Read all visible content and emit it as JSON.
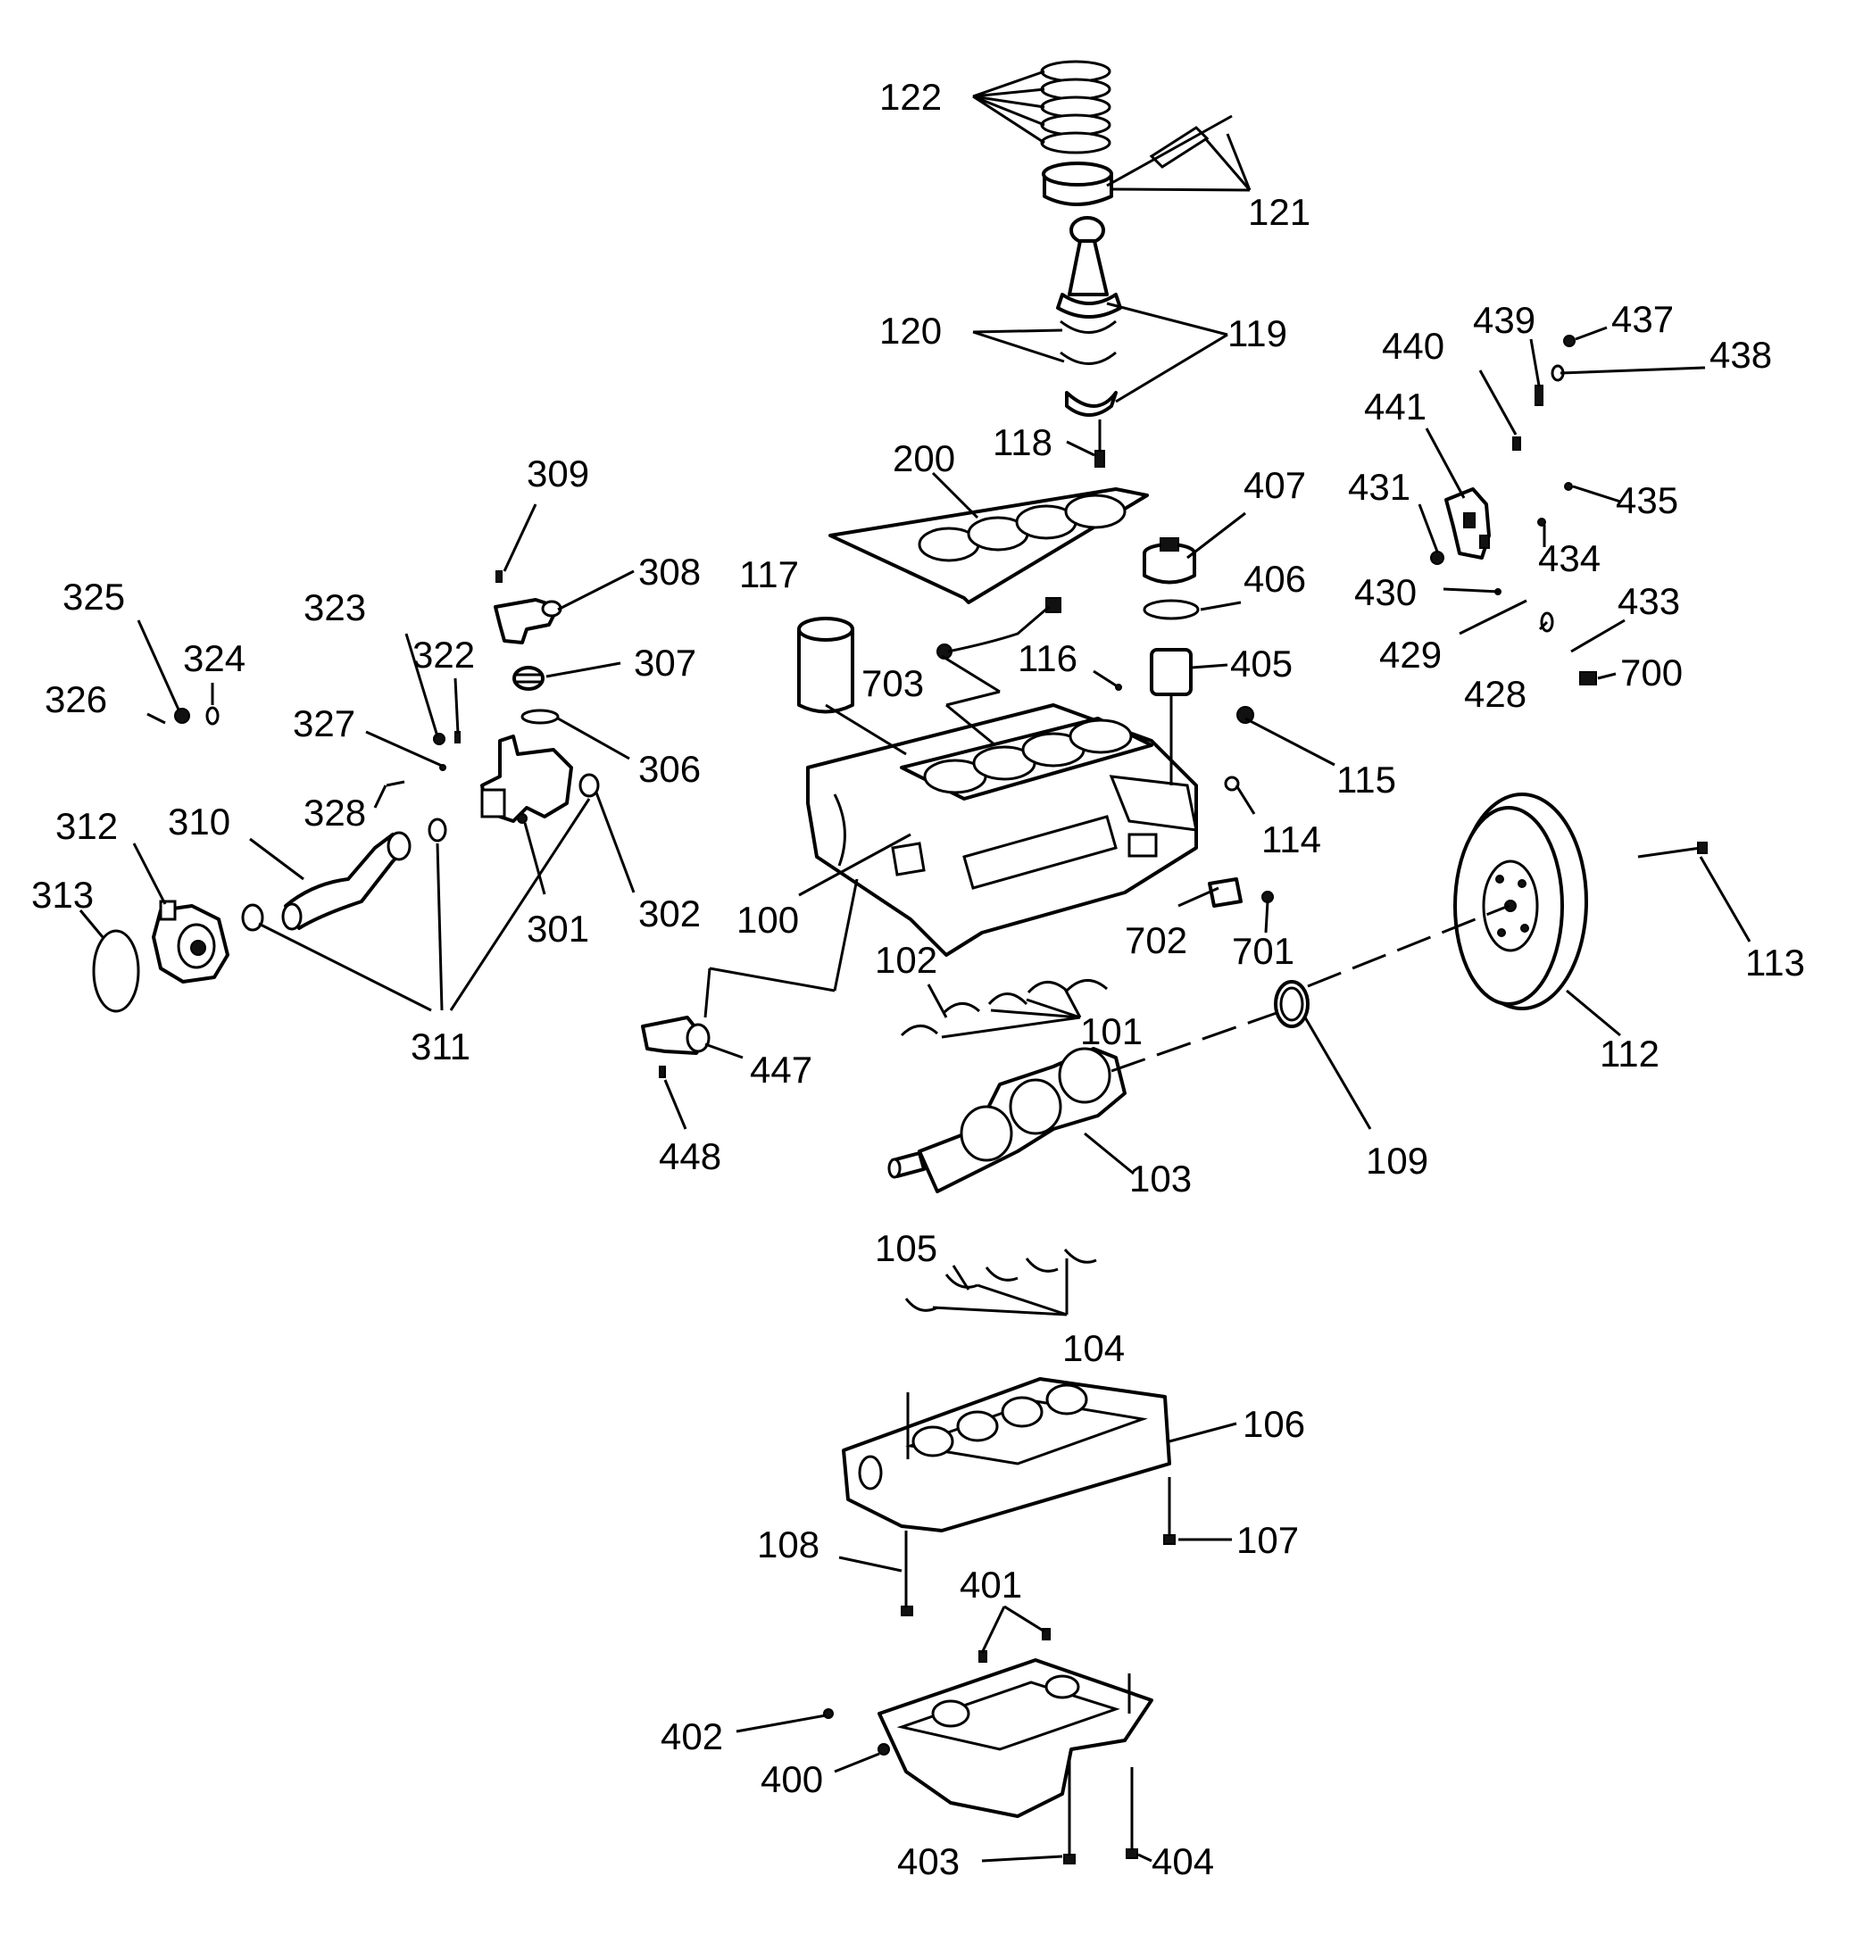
{
  "callouts": {
    "c100": "100",
    "c101": "101",
    "c102": "102",
    "c103": "103",
    "c104": "104",
    "c105": "105",
    "c106": "106",
    "c107": "107",
    "c108": "108",
    "c109": "109",
    "c112": "112",
    "c113": "113",
    "c114": "114",
    "c115": "115",
    "c116": "116",
    "c117": "117",
    "c118": "118",
    "c119": "119",
    "c120": "120",
    "c121": "121",
    "c122": "122",
    "c200": "200",
    "c301": "301",
    "c302": "302",
    "c306": "306",
    "c307": "307",
    "c308": "308",
    "c309": "309",
    "c310": "310",
    "c311": "311",
    "c312": "312",
    "c313": "313",
    "c322": "322",
    "c323": "323",
    "c324": "324",
    "c325": "325",
    "c326": "326",
    "c327": "327",
    "c328": "328",
    "c400": "400",
    "c401": "401",
    "c402": "402",
    "c403": "403",
    "c404": "404",
    "c405": "405",
    "c406": "406",
    "c407": "407",
    "c428": "428",
    "c429": "429",
    "c430": "430",
    "c431": "431",
    "c433": "433",
    "c434": "434",
    "c435": "435",
    "c437": "437",
    "c438": "438",
    "c439": "439",
    "c440": "440",
    "c441": "441",
    "c447": "447",
    "c448": "448",
    "c700": "700",
    "c701": "701",
    "c702": "702",
    "c703": "703"
  }
}
